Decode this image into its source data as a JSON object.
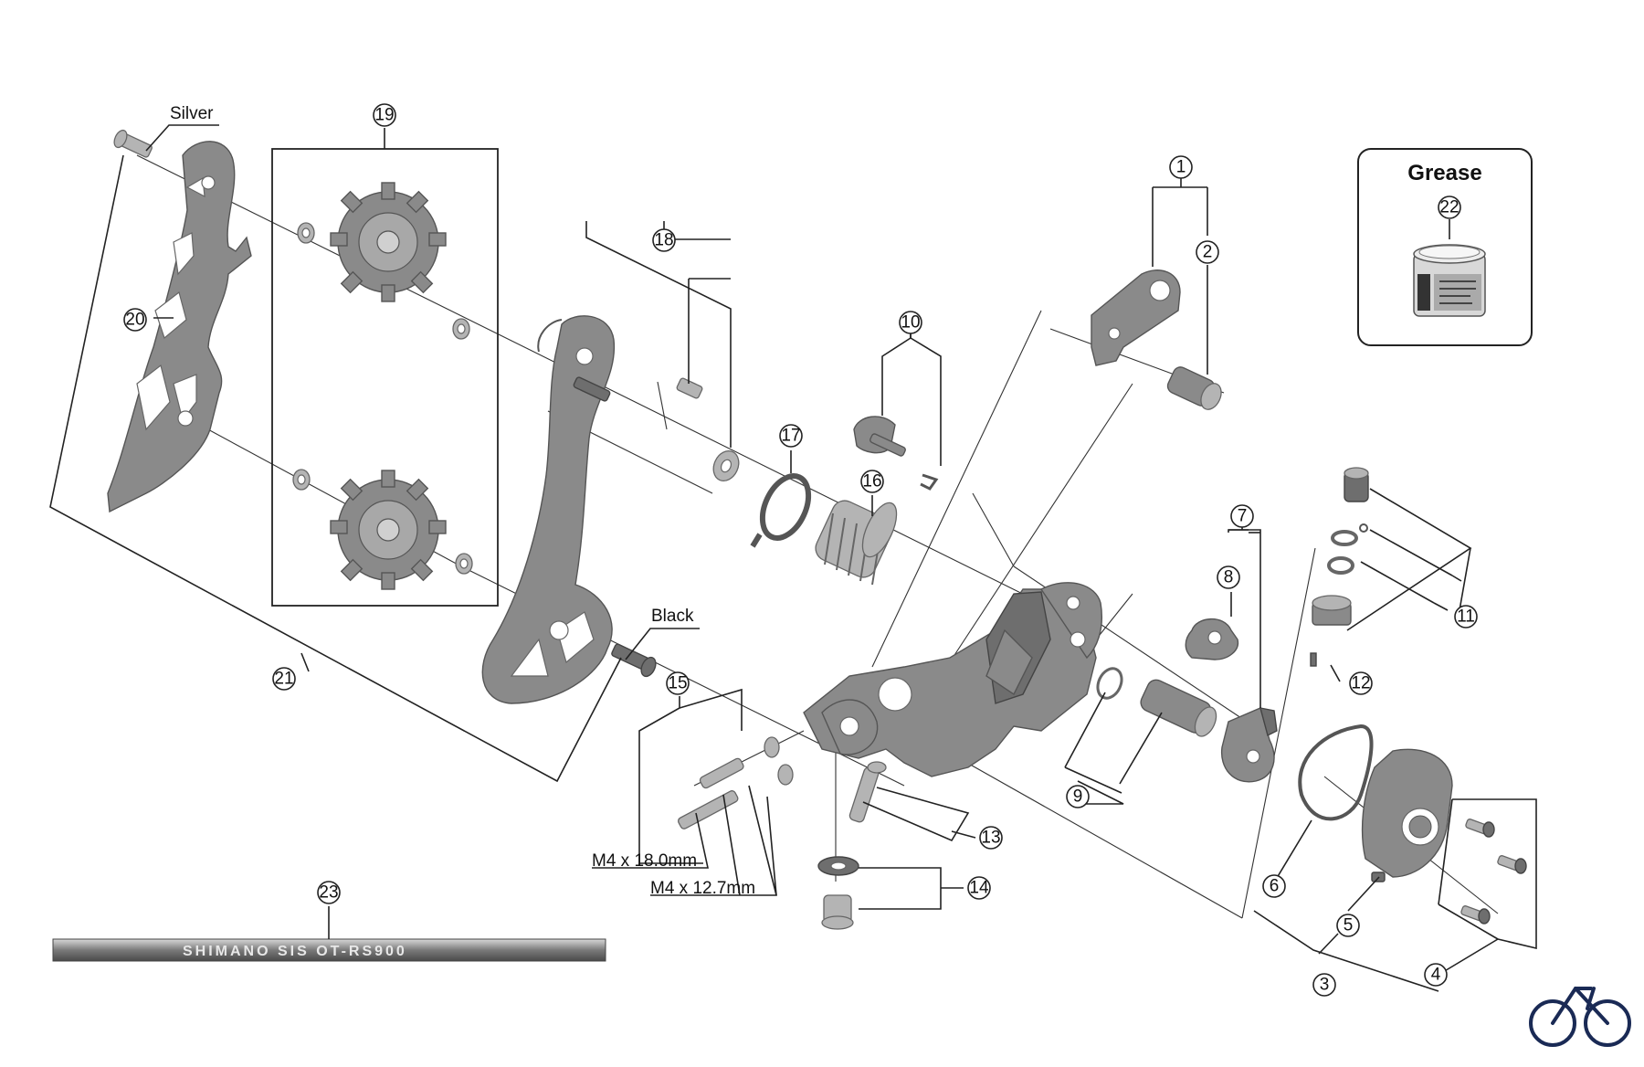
{
  "grease_box": {
    "title": "Grease"
  },
  "labels": {
    "silver": "Silver",
    "black": "Black",
    "bolt_18": "M4 x 18.0mm",
    "bolt_12": "M4 x 12.7mm"
  },
  "cable_text": "SHIMANO SIS  OT-RS900",
  "callouts": [
    "1",
    "2",
    "3",
    "4",
    "5",
    "6",
    "7",
    "8",
    "9",
    "10",
    "11",
    "12",
    "13",
    "14",
    "15",
    "16",
    "17",
    "18",
    "19",
    "20",
    "21",
    "22",
    "23"
  ],
  "icons": {
    "logo": "bicycle-icon"
  }
}
